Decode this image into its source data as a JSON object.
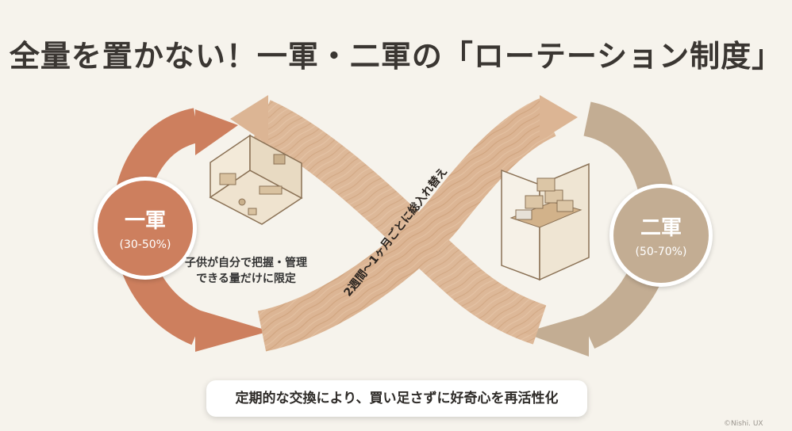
{
  "title": "全量を置かない！一軍・二軍の「ローテーション制度」",
  "first_team": {
    "name": "一軍",
    "percent": "(30-50%)"
  },
  "second_team": {
    "name": "二軍",
    "percent": "(50-70%)"
  },
  "first_team_note": [
    "子供が自分で把握・管理",
    "できる量だけに限定"
  ],
  "rotation_label": "2週間〜1ヶ月ごとに総入れ替え",
  "footer_message": "定期的な交換により、買い足さずに好奇心を再活性化",
  "copyright": "©Nishi. UX",
  "colors": {
    "background": "#f6f3ec",
    "first_team": "#cd7f5e",
    "second_team": "#c3ad93",
    "rotation_arrow": "#dcb594"
  }
}
